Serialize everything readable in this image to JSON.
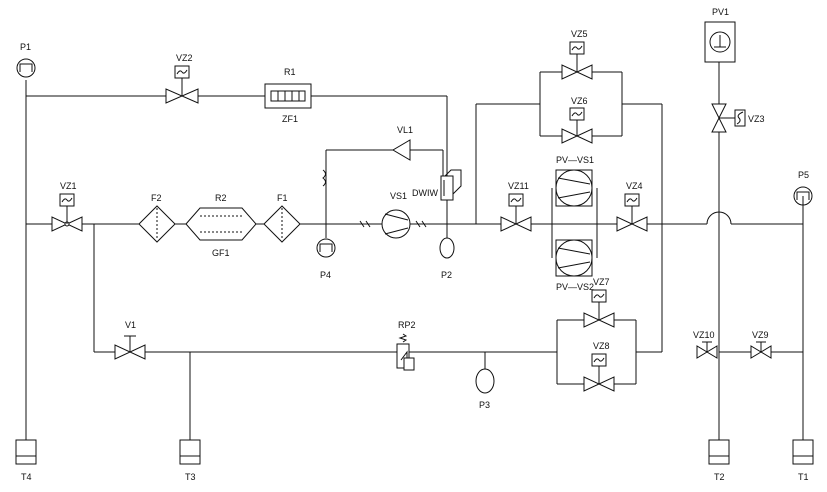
{
  "labels": {
    "P1": "P1",
    "VZ2": "VZ2",
    "R1": "R1",
    "ZF1": "ZF1",
    "VZ5": "VZ5",
    "VZ6": "VZ6",
    "PV1": "PV1",
    "VZ3": "VZ3",
    "VL1": "VL1",
    "DWIW": "DWIW",
    "PV_VS1": "PV—VS1",
    "VZ1": "VZ1",
    "F2": "F2",
    "R2": "R2",
    "GF1": "GF1",
    "F1": "F1",
    "VS1": "VS1",
    "VZ11": "VZ11",
    "VZ4": "VZ4",
    "P5": "P5",
    "P4": "P4",
    "P2": "P2",
    "PV_VS2": "PV—VS2",
    "VZ7": "VZ7",
    "RP2": "RP2",
    "V1": "V1",
    "VZ10": "VZ10",
    "VZ9": "VZ9",
    "VZ8": "VZ8",
    "P3": "P3",
    "T4": "T4",
    "T3": "T3",
    "T2": "T2",
    "T1": "T1"
  }
}
